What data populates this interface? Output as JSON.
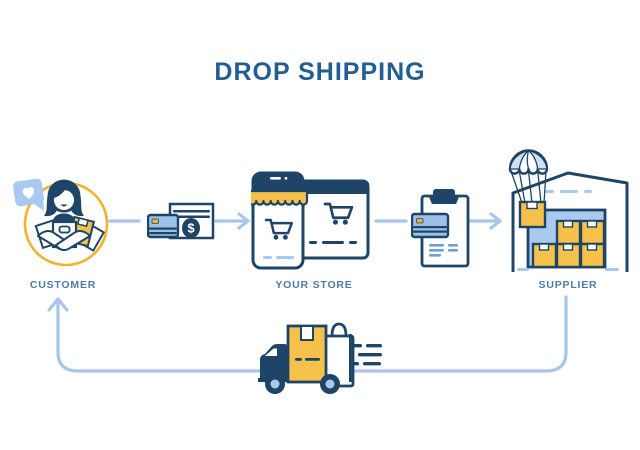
{
  "title": "DROP SHIPPING",
  "nodes": [
    {
      "id": "customer",
      "label": "CUSTOMER",
      "icon": "customer-with-packages-icon"
    },
    {
      "id": "your_store",
      "label": "YOUR STORE",
      "icon": "online-store-devices-icon"
    },
    {
      "id": "supplier",
      "label": "SUPPLIER",
      "icon": "warehouse-parachute-delivery-icon"
    }
  ],
  "connector_icons": [
    {
      "id": "payment",
      "icon": "payment-card-money-icon",
      "dollar_sign": "$"
    },
    {
      "id": "order",
      "icon": "order-clipboard-card-icon"
    },
    {
      "id": "shipping",
      "icon": "delivery-truck-icon"
    }
  ],
  "flow": [
    {
      "from": "CUSTOMER",
      "to": "YOUR STORE",
      "via": "payment"
    },
    {
      "from": "YOUR STORE",
      "to": "SUPPLIER",
      "via": "order"
    },
    {
      "from": "SUPPLIER",
      "to": "CUSTOMER",
      "via": "shipping"
    }
  ],
  "colors": {
    "navy_outline": "#1e4467",
    "title_blue": "#235e93",
    "label_blue": "#4d7ba7",
    "connector_blue": "#a8c6ea",
    "fill_light_blue": "#a9c9ee",
    "card_blue": "#9dc0e8",
    "accent_yellow": "#f6c14a",
    "circle_yellow": "#f2b22e",
    "white": "#ffffff"
  }
}
